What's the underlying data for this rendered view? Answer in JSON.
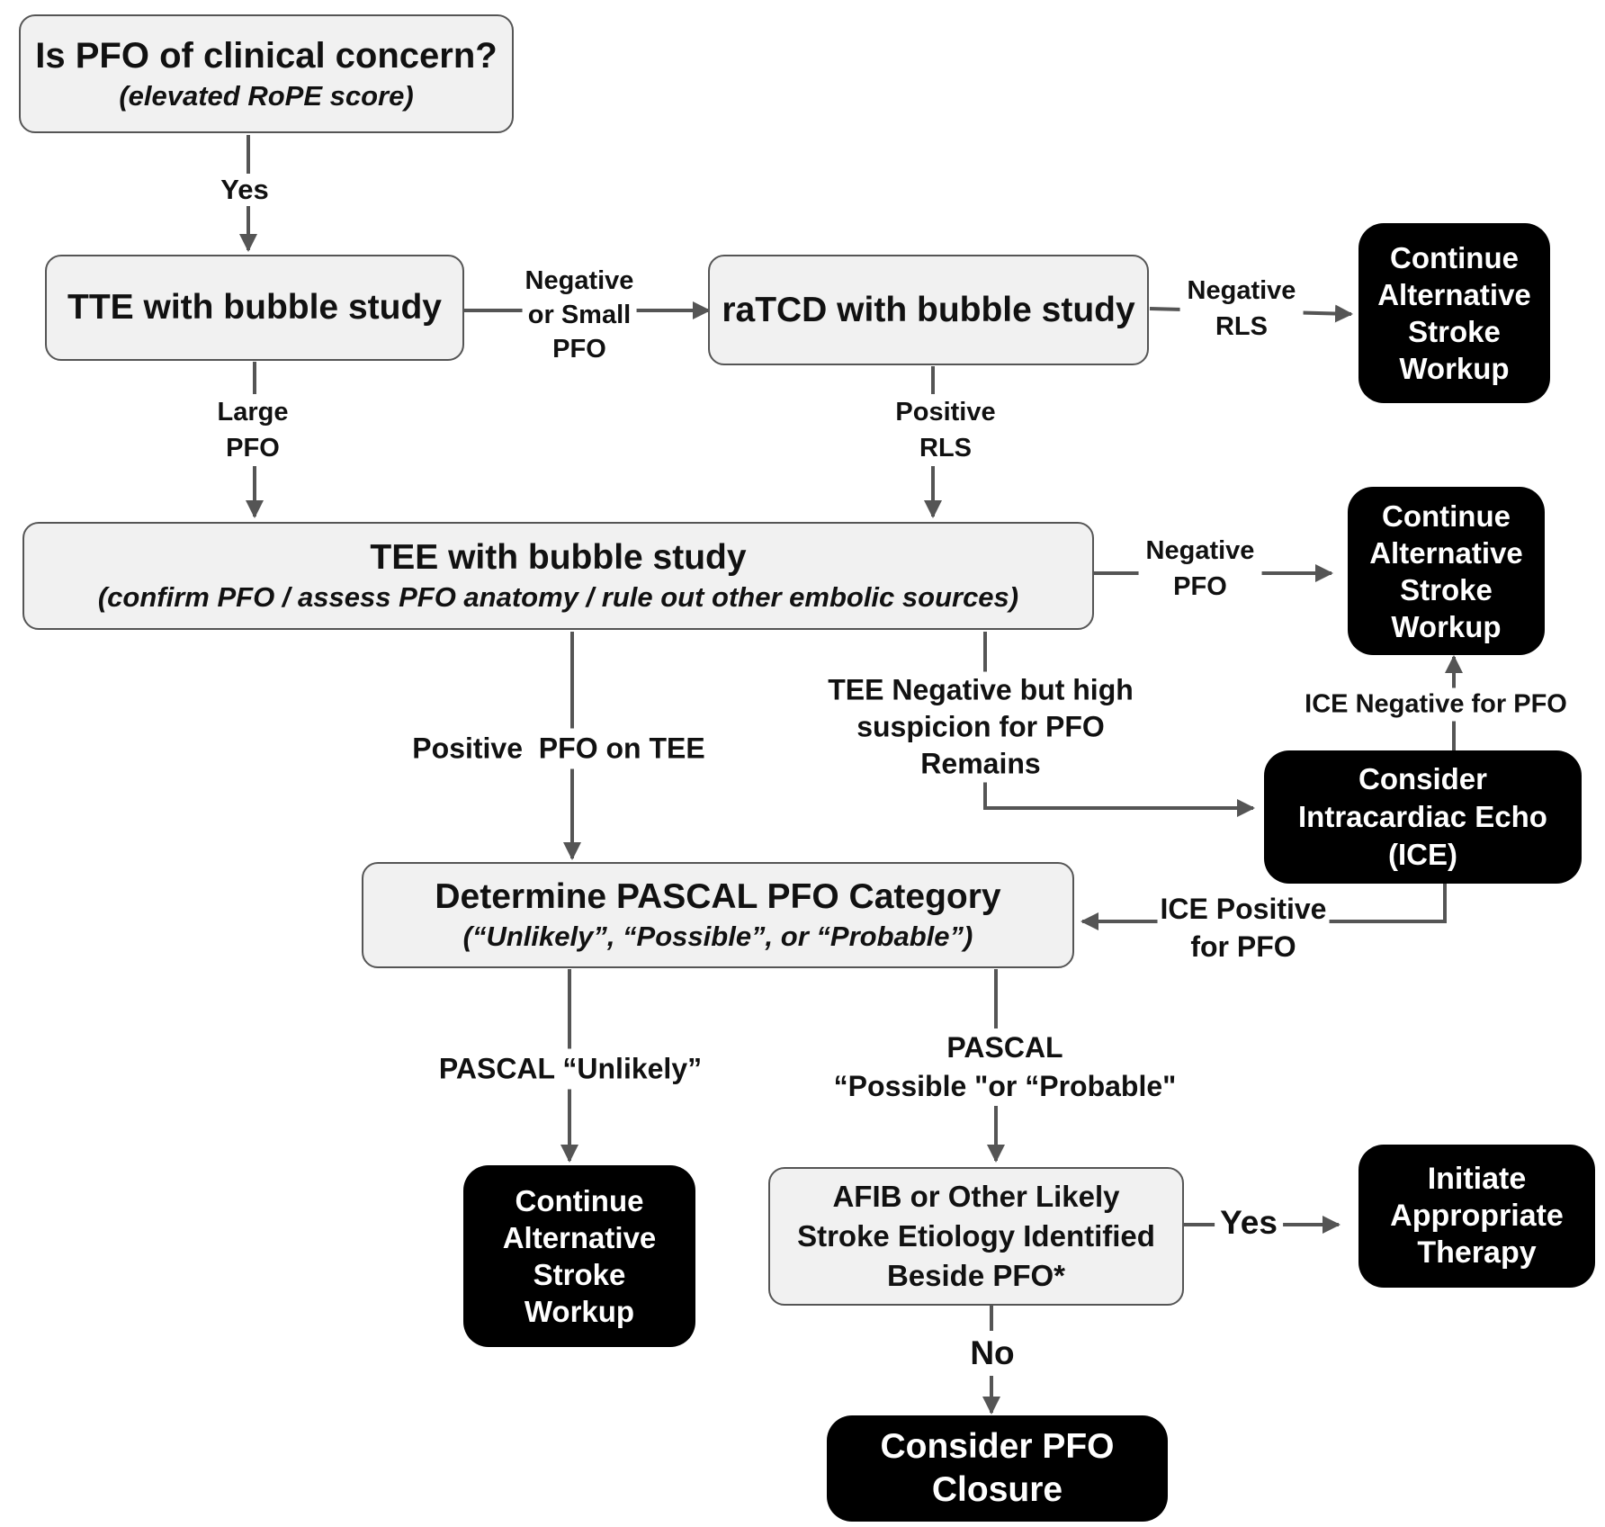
{
  "nodes": {
    "start": {
      "title": "Is PFO of clinical concern?",
      "subtitle": "(elevated RoPE score)"
    },
    "tte": {
      "title": "TTE with bubble study"
    },
    "ratcd": {
      "title": "raTCD with bubble study"
    },
    "alt1": {
      "lines": [
        "Continue",
        "Alternative",
        "Stroke",
        "Workup"
      ]
    },
    "tee": {
      "title": "TEE with bubble study",
      "subtitle": "(confirm PFO / assess PFO anatomy / rule out other embolic sources)"
    },
    "alt2": {
      "lines": [
        "Continue",
        "Alternative",
        "Stroke",
        "Workup"
      ]
    },
    "ice": {
      "lines": [
        "Consider",
        "Intracardiac Echo",
        "(ICE)"
      ]
    },
    "pascal": {
      "title": "Determine PASCAL PFO Category",
      "subtitle": "(“Unlikely”, “Possible”, or “Probable”)"
    },
    "alt3": {
      "lines": [
        "Continue",
        "Alternative",
        "Stroke",
        "Workup"
      ]
    },
    "afib": {
      "lines": [
        "AFIB or Other Likely",
        "Stroke Etiology Identified",
        "Beside PFO*"
      ]
    },
    "therapy": {
      "lines": [
        "Initiate",
        "Appropriate",
        "Therapy"
      ]
    },
    "closure": {
      "lines": [
        "Consider PFO",
        "Closure"
      ]
    }
  },
  "edges": {
    "yes1": [
      "Yes"
    ],
    "neg_small": [
      "Negative",
      "or Small",
      "PFO"
    ],
    "neg_rls": [
      "Negative",
      "RLS"
    ],
    "large_pfo": [
      "Large",
      "PFO"
    ],
    "pos_rls": [
      "Positive",
      "RLS"
    ],
    "neg_pfo": [
      "Negative",
      "PFO"
    ],
    "pos_tee": [
      "Positive  PFO on TEE"
    ],
    "tee_neg_high": [
      "TEE Negative but high",
      "suspicion for PFO",
      "Remains"
    ],
    "ice_neg": [
      "ICE Negative for PFO"
    ],
    "ice_pos": [
      "ICE Positive",
      "for PFO"
    ],
    "pascal_unlikely": [
      "PASCAL “Unlikely”"
    ],
    "pascal_possible": [
      "PASCAL",
      "“Possible \"or “Probable\""
    ],
    "yes2": [
      "Yes"
    ],
    "no": [
      "No"
    ]
  },
  "colors": {
    "line": "#555555",
    "light_box": "#f1f1f1",
    "dark_box": "#000000"
  }
}
